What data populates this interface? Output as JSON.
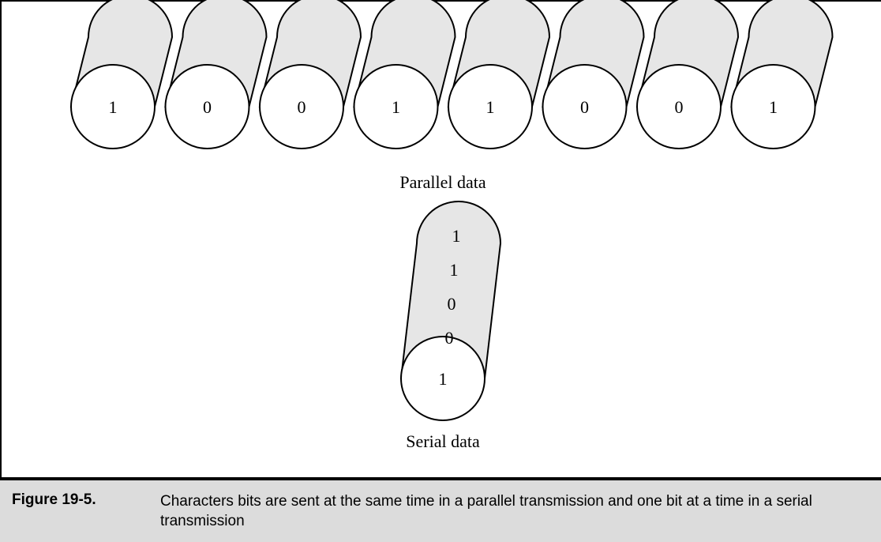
{
  "diagram": {
    "parallel": {
      "bits": [
        "1",
        "0",
        "0",
        "1",
        "1",
        "0",
        "0",
        "1"
      ],
      "label": "Parallel data"
    },
    "serial": {
      "bits": [
        "1",
        "1",
        "0",
        "0",
        "1"
      ],
      "label": "Serial data"
    }
  },
  "caption": {
    "number": "Figure 19-5.",
    "text": "Characters bits are sent at the same time in a parallel transmission and one bit at a time in a serial transmission"
  }
}
